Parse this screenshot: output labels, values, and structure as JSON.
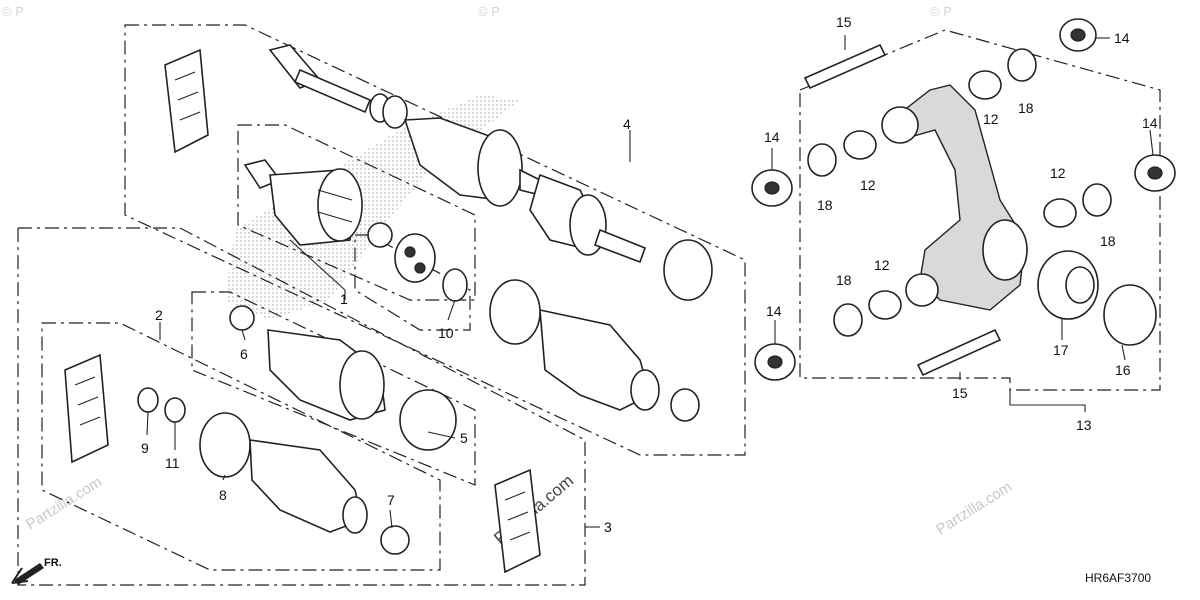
{
  "diagram_code": "HR6AF3700",
  "front_indicator": "FR.",
  "watermark": "Partzilla.com",
  "watermark_corner": "© P",
  "callouts": {
    "c1": "1",
    "c2": "2",
    "c3": "3",
    "c4": "4",
    "c5": "5",
    "c6": "6",
    "c7": "7",
    "c8": "8",
    "c9": "9",
    "c10": "10",
    "c11": "11",
    "c13": "13",
    "c14a": "14",
    "c14b": "14",
    "c14c": "14",
    "c14d": "14",
    "c15a": "15",
    "c15b": "15",
    "c16": "16",
    "c17": "17",
    "c12a": "12",
    "c12b": "12",
    "c12c": "12",
    "c12d": "12",
    "c18a": "18",
    "c18b": "18",
    "c18c": "18",
    "c18d": "18"
  }
}
